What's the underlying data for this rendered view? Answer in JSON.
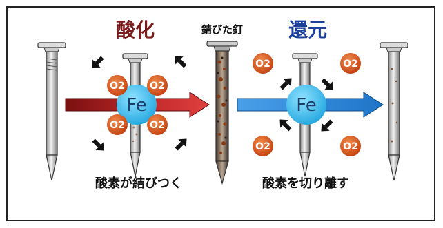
{
  "labels": {
    "oxidation": "酸化",
    "reduction": "還元",
    "rusty_nail": "錆びた釘",
    "oxygen_binds": "酸素が結びつく",
    "oxygen_separates": "酸素を切り離す"
  },
  "atoms": {
    "iron": "Fe",
    "oxygen": "O2"
  },
  "colors": {
    "oxidation_arrow": "#b32020",
    "reduction_arrow": "#2a84d6",
    "iron_atom": "#3fb8e6",
    "oxygen_atom": "#d9531c"
  }
}
